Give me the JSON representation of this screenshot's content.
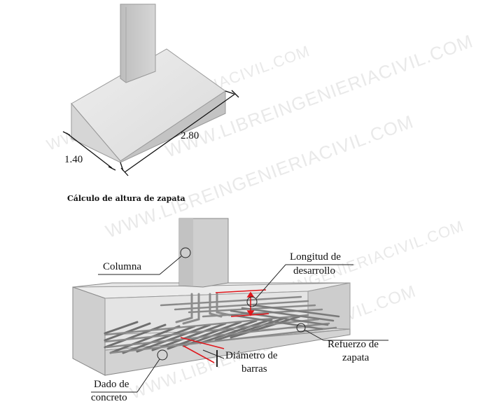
{
  "top_diagram": {
    "width_label": "1.40",
    "length_label": "2.80"
  },
  "section_title": "Cálculo de altura de zapata",
  "bottom_diagram": {
    "column_label": "Columna",
    "dev_length_label": [
      "Longitud de",
      "desarrollo"
    ],
    "bar_diameter_label": [
      "Diámetro de",
      "barras"
    ],
    "reinforcement_label": [
      "Refuerzo de",
      "zapata"
    ],
    "concrete_block_label": [
      "Dado de",
      "concreto"
    ]
  },
  "watermark": "WWW.LIBREINGENIERIACIVIL.COM",
  "colors": {
    "concrete_light": "#e3e3e3",
    "concrete_mid": "#cfcfcf",
    "concrete_dark": "#b8b8b8",
    "outline": "#222222",
    "highlight": "#e0161b"
  }
}
